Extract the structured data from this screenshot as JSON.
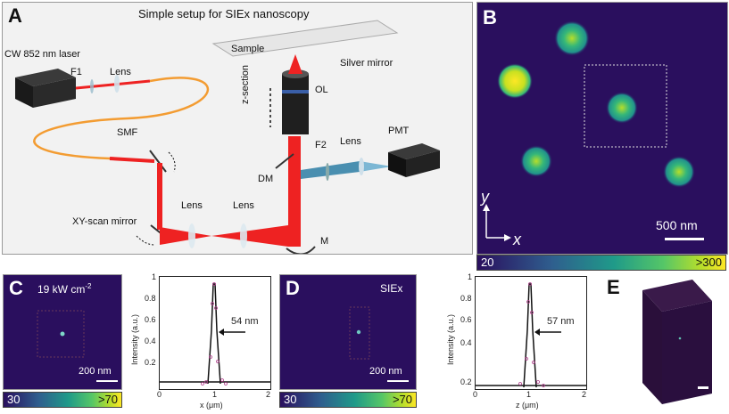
{
  "panel_a": {
    "letter": "A",
    "title": "Simple setup for SIEx nanoscopy",
    "labels": {
      "laser": "CW 852 nm laser",
      "f1": "F1",
      "lens1": "Lens",
      "smf": "SMF",
      "xy_mirror": "XY-scan mirror",
      "lens2": "Lens",
      "lens3": "Lens",
      "sample": "Sample",
      "silver_mirror": "Silver mirror",
      "ol": "OL",
      "z_section": "z-section",
      "dm": "DM",
      "f2": "F2",
      "lens4": "Lens",
      "pmt": "PMT",
      "m": "M"
    }
  },
  "panel_b": {
    "letter": "B",
    "scale": "500 nm",
    "axis_y": "y",
    "axis_x": "x",
    "cbar_min": "20",
    "cbar_max": ">300"
  },
  "panel_c": {
    "letter": "C",
    "power_value": "19 kW cm",
    "power_exp": "-2",
    "scale": "200 nm",
    "cbar_min": "30",
    "cbar_max": ">70"
  },
  "plot_c": {
    "ylabel": "Intensity (a.u.)",
    "xlabel": "x (μm)",
    "annotation": "54 nm",
    "yticks": [
      "1",
      "0.8",
      "0.6",
      "0.4",
      "0.2"
    ],
    "xticks": [
      "0",
      "1",
      "2"
    ]
  },
  "panel_d": {
    "letter": "D",
    "label": "SIEx",
    "scale": "200 nm",
    "cbar_min": "30",
    "cbar_max": ">70"
  },
  "plot_d": {
    "ylabel": "Intensity (a.u.)",
    "xlabel": "z (μm)",
    "annotation": "57 nm",
    "yticks": [
      "1",
      "0.8",
      "0.6",
      "0.4",
      "0.2"
    ],
    "xticks": [
      "0",
      "1",
      "2"
    ]
  },
  "panel_e": {
    "letter": "E"
  }
}
